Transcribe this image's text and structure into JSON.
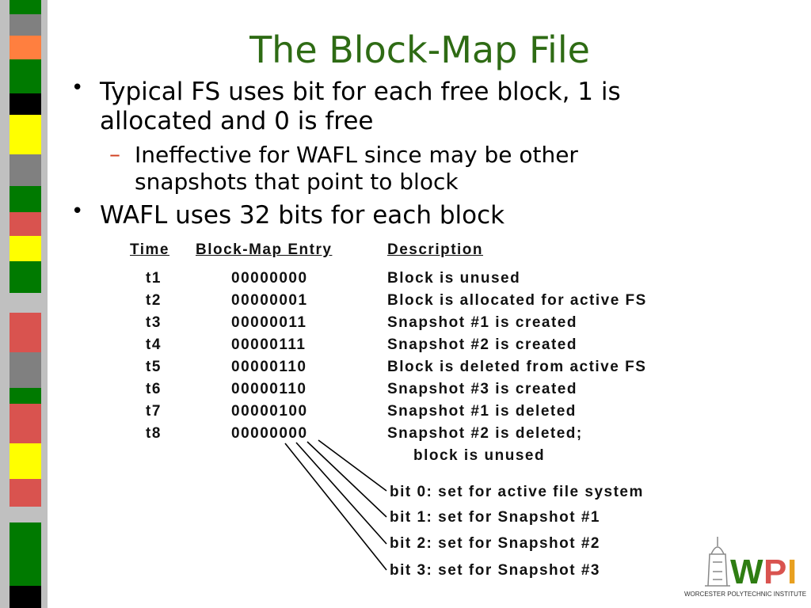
{
  "slide": {
    "title": "The Block-Map File",
    "bullets": [
      {
        "text_line1": "Typical FS uses bit for each free block, 1 is",
        "text_line2": "allocated and 0 is free"
      },
      {
        "text_line1": "WAFL uses 32 bits for each block"
      }
    ],
    "sub_bullet": {
      "line1": "Ineffective for WAFL since may be other",
      "line2": "snapshots that point to block"
    }
  },
  "table": {
    "headers": [
      "Time",
      "Block-Map Entry",
      "Description"
    ],
    "rows": [
      {
        "time": "t1",
        "entry": "00000000",
        "desc": "Block is unused"
      },
      {
        "time": "t2",
        "entry": "00000001",
        "desc": "Block is allocated for active FS"
      },
      {
        "time": "t3",
        "entry": "00000011",
        "desc": "Snapshot #1 is created"
      },
      {
        "time": "t4",
        "entry": "00000111",
        "desc": "Snapshot #2 is created"
      },
      {
        "time": "t5",
        "entry": "00000110",
        "desc": "Block is deleted from active FS"
      },
      {
        "time": "t6",
        "entry": "00000110",
        "desc": "Snapshot #3 is created"
      },
      {
        "time": "t7",
        "entry": "00000100",
        "desc": "Snapshot #1 is deleted"
      },
      {
        "time": "t8",
        "entry": "00000000",
        "desc": "Snapshot #2 is deleted;"
      }
    ],
    "desc_continuation": "block is unused",
    "bit_labels": [
      "bit 0: set for active file system",
      "bit 1: set for Snapshot #1",
      "bit 2: set for Snapshot #2",
      "bit 3: set for Snapshot #3"
    ]
  },
  "logo": {
    "text": "WPI",
    "tagline": "WORCESTER POLYTECHNIC INSTITUTE"
  },
  "colors": {
    "title": "#2e6b14",
    "dash": "#d04020",
    "stripe_green": "#007a00",
    "stripe_red": "#d9534f",
    "stripe_yellow": "#ffff00",
    "stripe_orange": "#ff7f3f"
  }
}
